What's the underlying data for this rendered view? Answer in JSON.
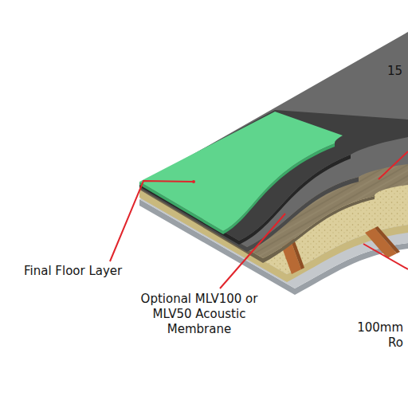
{
  "diagram": {
    "labels": [
      "15",
      "Final Floor Layer",
      "Optional MLV100 or MLV50 Acoustic Membrane",
      "100mm Ro"
    ]
  }
}
